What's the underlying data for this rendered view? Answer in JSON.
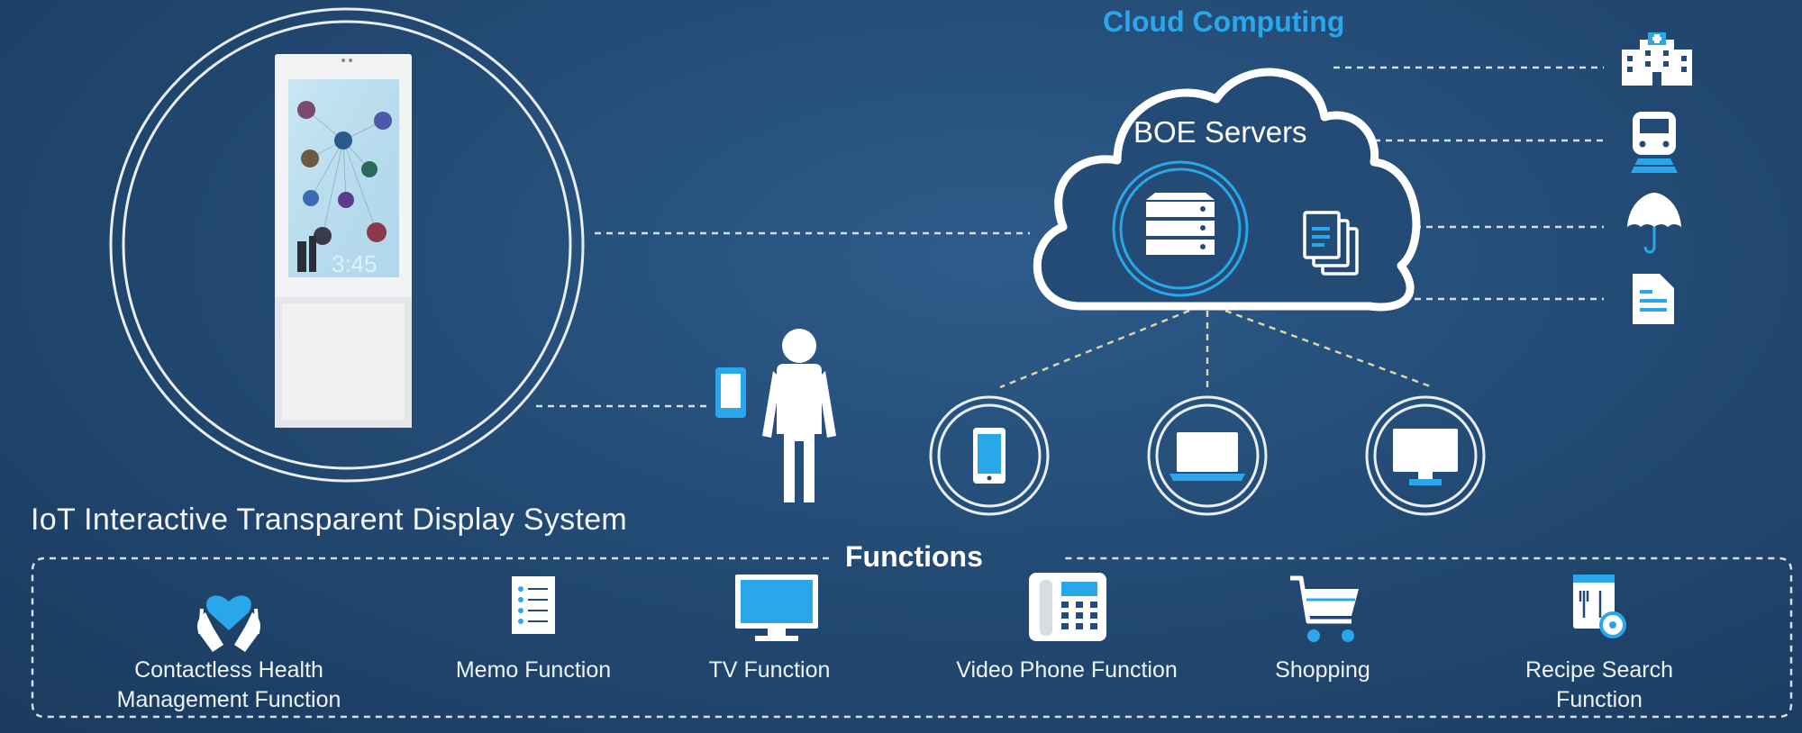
{
  "diagram": {
    "cloud_title": "Cloud Computing",
    "cloud_label": "BOE Servers",
    "system_title": "IoT Interactive Transparent Display System",
    "functions_title": "Functions",
    "display_clock": "3:45",
    "right_icons": [
      "hospital-icon",
      "train-icon",
      "umbrella-icon",
      "document-icon"
    ],
    "device_icons": [
      "smartphone-icon",
      "laptop-icon",
      "monitor-icon"
    ],
    "functions": [
      {
        "line1": "Contactless Health",
        "line2": "Management Function",
        "icon": "health-hands-icon"
      },
      {
        "line1": "Memo Function",
        "icon": "memo-icon"
      },
      {
        "line1": "TV Function",
        "icon": "tv-icon"
      },
      {
        "line1": "Video Phone Function",
        "icon": "video-phone-icon"
      },
      {
        "line1": "Shopping",
        "icon": "shopping-cart-icon"
      },
      {
        "line1": "Recipe Search Function",
        "icon": "recipe-search-icon"
      }
    ],
    "colors": {
      "accent": "#2aa7ea",
      "background": "#234b75",
      "line": "#d6dde4"
    }
  }
}
